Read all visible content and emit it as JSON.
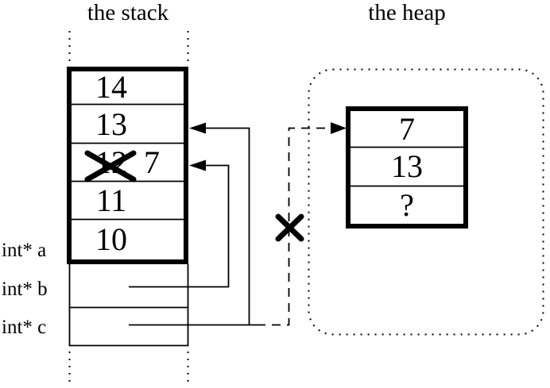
{
  "titles": {
    "stack": "the stack",
    "heap": "the heap"
  },
  "stack": {
    "cells": [
      {
        "value": "14"
      },
      {
        "value": "13"
      },
      {
        "value": "12",
        "crossed_out": true,
        "new_value": "7"
      },
      {
        "value": "11"
      },
      {
        "value": "10"
      }
    ],
    "variable_labels": [
      "int* a",
      "int* b",
      "int* c"
    ]
  },
  "heap": {
    "cells": [
      "7",
      "13",
      "?"
    ]
  },
  "colors": {
    "ink": "#000000",
    "background": "#ffffff"
  }
}
